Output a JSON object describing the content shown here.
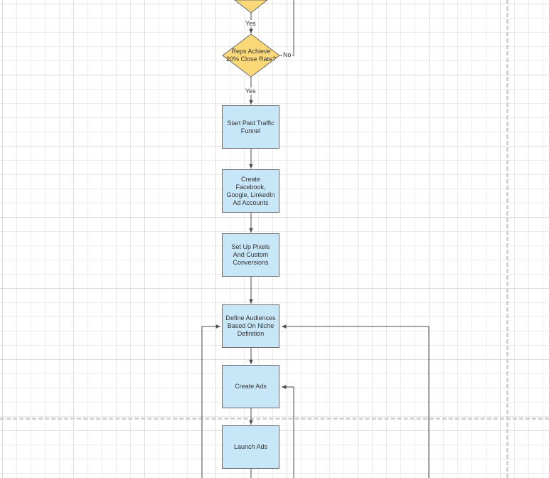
{
  "colors": {
    "process_fill": "#c7e6f7",
    "decision_fill": "#fbd978",
    "stroke": "#6b6b6b",
    "connector": "#4d4d4d"
  },
  "flow": {
    "edge_labels": {
      "yes_top": "Yes",
      "yes_mid": "Yes",
      "no": "No"
    },
    "decision_close_rate": "Reps Achieve 20% Close Rate?",
    "steps": {
      "paid_traffic": "Start Paid Traffic Funnel",
      "ad_accounts": "Create Facebook, Google, LinkedIn Ad Accounts",
      "pixels": "Set Up Pixels And Custom Conversions",
      "audiences": "Define Audiences Based On Niche Definition",
      "create_ads": "Create Ads",
      "launch_ads": "Launch Ads"
    }
  }
}
